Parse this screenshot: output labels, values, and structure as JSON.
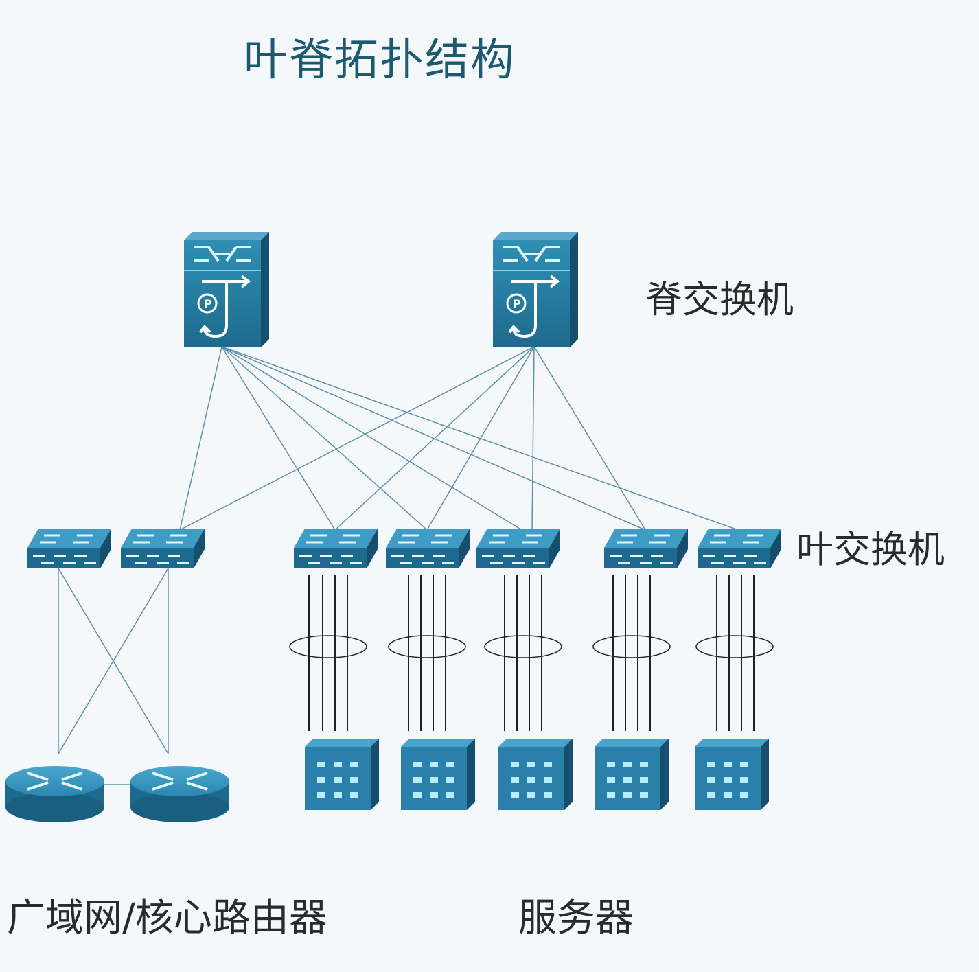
{
  "title": "叶脊拓扑结构",
  "labels": {
    "spine": "脊交换机",
    "leaf": "叶交换机",
    "routers": "广域网/核心路由器",
    "servers": "服务器"
  },
  "colors": {
    "device_dark": "#1e6a8e",
    "device_mid": "#2f8fb5",
    "device_light": "#7cc4e0",
    "link": "#5f8fa8",
    "cable": "#222222"
  },
  "nodes": {
    "spine_switches": [
      "spine-1",
      "spine-2"
    ],
    "leaf_switches": [
      "leaf-1",
      "leaf-2",
      "leaf-3",
      "leaf-4",
      "leaf-5",
      "leaf-6",
      "leaf-7"
    ],
    "routers": [
      "router-1",
      "router-2"
    ],
    "servers": [
      "server-1",
      "server-2",
      "server-3",
      "server-4",
      "server-5"
    ]
  }
}
